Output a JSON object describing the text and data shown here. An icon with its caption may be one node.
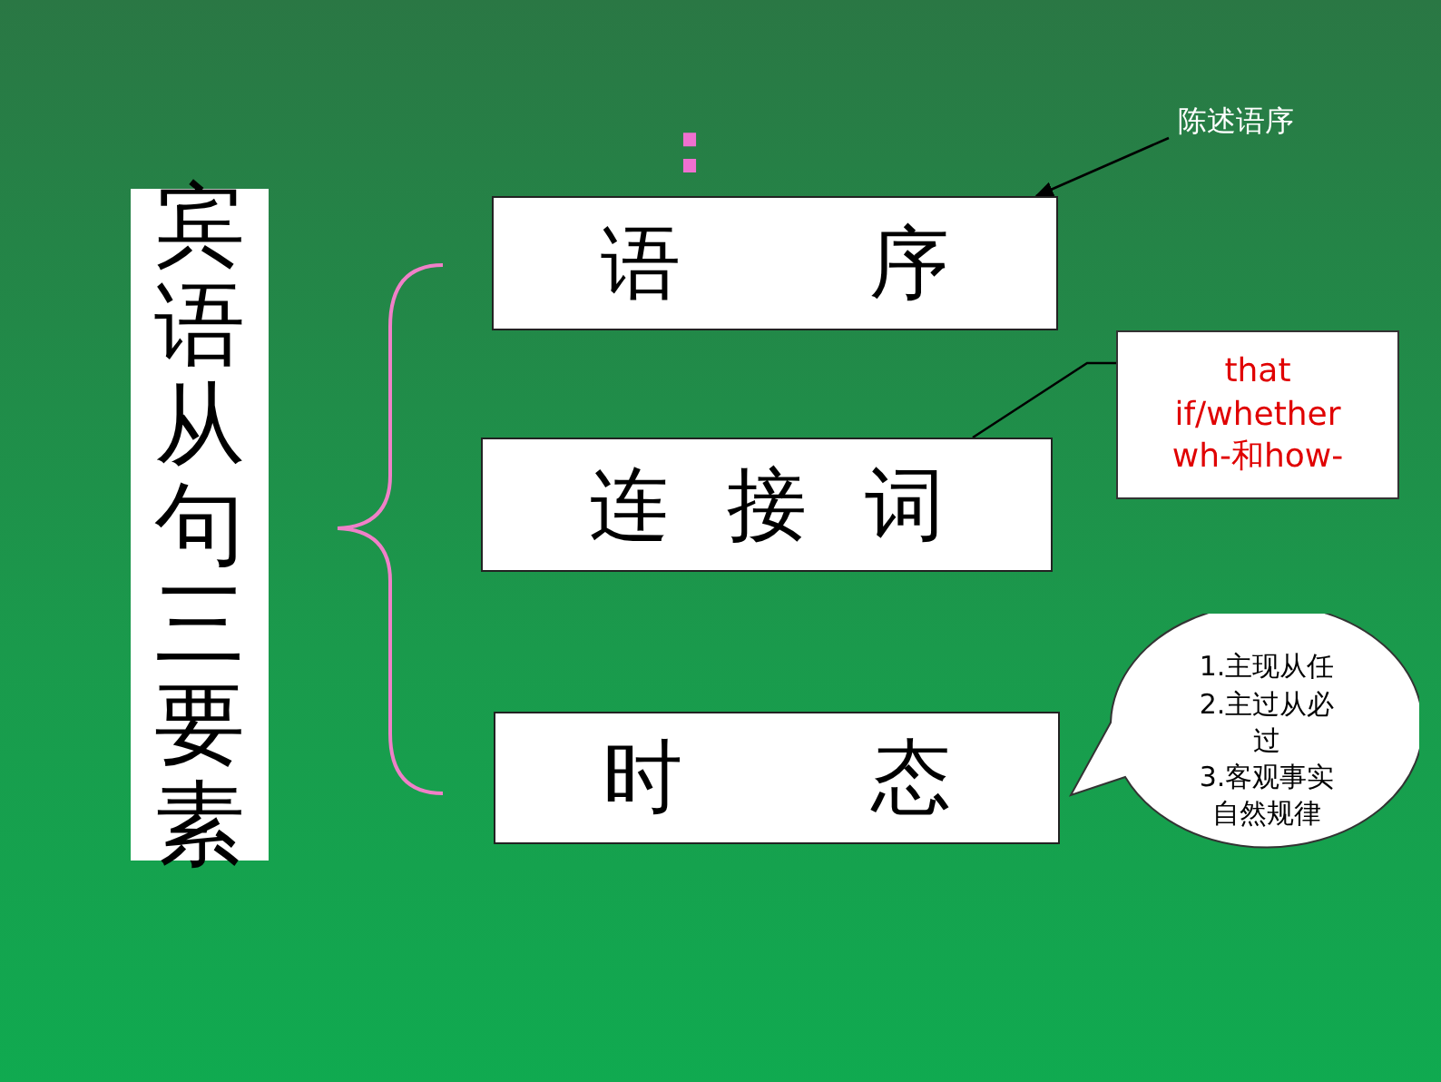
{
  "diagram": {
    "nodes": [
      {
        "text": [
          "宾语从句三要素"
        ]
      },
      {
        "text": [
          "语 序"
        ]
      },
      {
        "text": [
          "连 接 词"
        ]
      },
      {
        "text": [
          "时 态"
        ]
      },
      {
        "text": [
          "陈述语序"
        ]
      },
      {
        "text": [
          "that",
          "if/whether",
          "wh-和how-"
        ]
      },
      {
        "text": [
          "1.主现从任",
          "2.主过从必过",
          "3.客观事实自然规律"
        ]
      }
    ],
    "edges": [
      {
        "from": 4,
        "to": 1,
        "arrow": "to"
      },
      {
        "from": 5,
        "to": 2,
        "arrow": "none"
      }
    ],
    "labels": [
      ":"
    ]
  }
}
